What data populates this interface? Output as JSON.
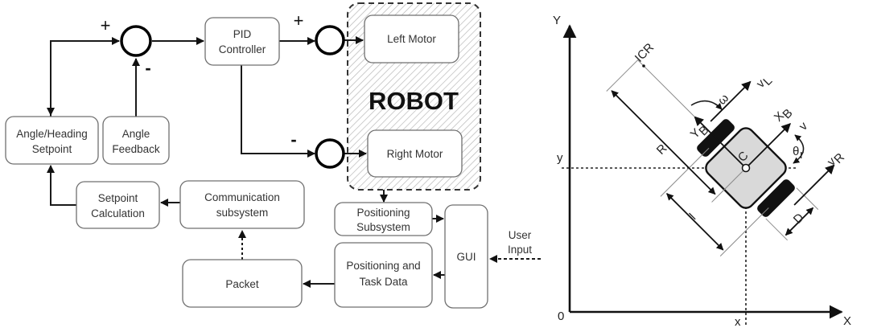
{
  "block_diagram": {
    "blocks": {
      "angle_heading_setpoint": [
        "Angle/Heading",
        "Setpoint"
      ],
      "angle_feedback": [
        "Angle",
        "Feedback"
      ],
      "pid_controller": [
        "PID",
        "Controller"
      ],
      "left_motor": [
        "Left Motor"
      ],
      "right_motor": [
        "Right Motor"
      ],
      "setpoint_calculation": [
        "Setpoint",
        "Calculation"
      ],
      "communication_subsystem": [
        "Communication",
        "subsystem"
      ],
      "packet": [
        "Packet"
      ],
      "positioning_subsystem": [
        "Positioning",
        "Subsystem"
      ],
      "positioning_task_data": [
        "Positioning and",
        "Task Data"
      ],
      "gui": [
        "GUI"
      ]
    },
    "robot_group_label": "ROBOT",
    "user_input_label": [
      "User",
      "Input"
    ],
    "signs": {
      "sum1_plus": "+",
      "sum1_minus": "-",
      "sum2_plus": "+",
      "sum3_minus": "-"
    }
  },
  "kinematics_diagram": {
    "axis_y_label": "Y",
    "axis_x_label": "X",
    "origin_label": "0",
    "x_coord_label": "x",
    "y_coord_label": "y",
    "icr_label": "ICR",
    "omega_label": "ω",
    "vl_label": "v",
    "vl_sub": "L",
    "vr_label": "v",
    "vr_sub": "R",
    "v_label": "v",
    "xb_label": "X",
    "xb_sub": "B",
    "yb_label": "Y",
    "yb_sub": "B",
    "theta_label": "θ",
    "theta_sub": "r",
    "center_label": "C",
    "radius_label": "R",
    "wheelbase_label": "l",
    "wheel_diameter_label": "D"
  }
}
